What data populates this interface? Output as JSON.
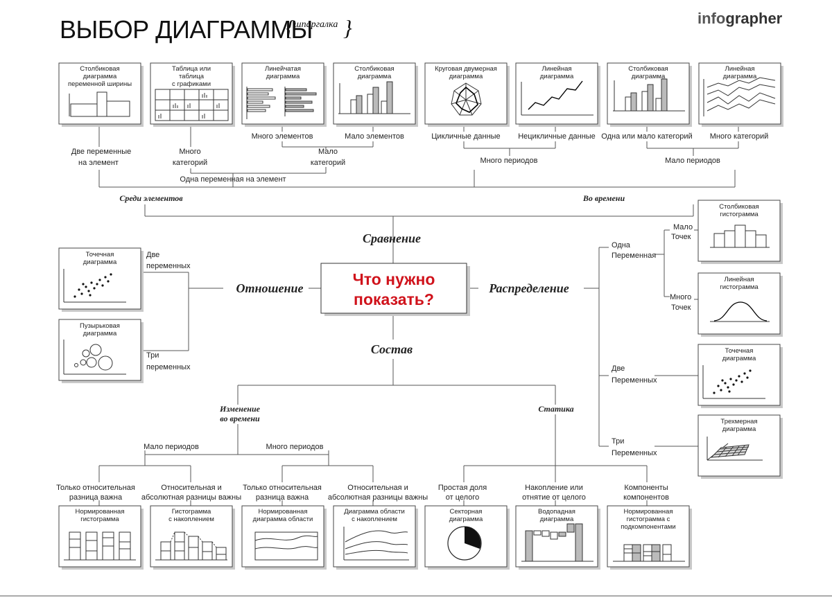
{
  "header": {
    "title": "ВЫБОР ДИАГРАММЫ",
    "subtitle": "шпаргалка",
    "brand": "infographer",
    "brand_light": "info",
    "brand_bold": "grapher"
  },
  "center": {
    "line1": "Что нужно",
    "line2": "показать?"
  },
  "branches": {
    "comparison": "Сравнение",
    "relationship": "Отношение",
    "distribution": "Распределение",
    "composition": "Состав",
    "among_items": "Среди элементов",
    "over_time": "Во времени",
    "change_over_time_1": "Изменение",
    "change_over_time_2": "во времени",
    "static": "Статика"
  },
  "top_charts": [
    {
      "title": "Столбиковая диаграмма переменной ширины",
      "icon": "variable-width-bar-chart-icon"
    },
    {
      "title": "Таблица или таблица с графиками",
      "icon": "table-with-charts-icon"
    },
    {
      "title": "Линейчатая диаграмма",
      "icon": "horizontal-bar-chart-icon"
    },
    {
      "title": "Столбиковая диаграмма",
      "icon": "column-chart-icon"
    },
    {
      "title": "Круговая двумерная диаграмма",
      "icon": "radar-chart-icon"
    },
    {
      "title": "Линейная диаграмма",
      "icon": "line-chart-icon"
    },
    {
      "title": "Столбиковая диаграмма",
      "icon": "column-chart-icon"
    },
    {
      "title": "Линейная диаграмма",
      "icon": "multi-line-chart-icon"
    }
  ],
  "top_labels": {
    "two_vars": "Две переменные на элемент",
    "many_categories": "Много категорий",
    "many_items": "Много элементов",
    "few_items": "Мало элементов",
    "few_categories": "Мало категорий",
    "one_var": "Одна переменная на элемент",
    "cyclic": "Цикличные данные",
    "noncyclic": "Нецикличные данные",
    "one_or_few_categories": "Одна или мало категорий",
    "many_categories_2": "Много категорий",
    "many_periods": "Много периодов",
    "few_periods": "Мало периодов"
  },
  "left_charts": [
    {
      "title": "Точечная диаграмма",
      "icon": "scatter-plot-icon"
    },
    {
      "title": "Пузырьковая диаграмма",
      "icon": "bubble-chart-icon"
    }
  ],
  "left_labels": {
    "two_vars": "Две переменных",
    "three_vars": "Три переменных"
  },
  "right_charts": [
    {
      "title": "Столбиковая гистограмма",
      "icon": "column-histogram-icon"
    },
    {
      "title": "Линейная гистограмма",
      "icon": "line-histogram-icon"
    },
    {
      "title": "Точечная диаграмма",
      "icon": "scatter-plot-icon"
    },
    {
      "title": "Трехмерная диаграмма",
      "icon": "3d-area-chart-icon"
    }
  ],
  "right_labels": {
    "one_var": "Одна Переменная",
    "few_points": "Мало Точек",
    "many_points": "Много Точек",
    "two_vars": "Две Переменных",
    "three_vars": "Три Переменных"
  },
  "bottom_labels": {
    "few_periods": "Мало периодов",
    "many_periods": "Много периодов",
    "only_relative_1": "Только относительная разница важна",
    "rel_abs_1": "Относительная и абсолютная разницы важны",
    "only_relative_2": "Только относительная разница важна",
    "rel_abs_2": "Относительная и абсолютная разницы важны",
    "simple_share": "Простая доля от целого",
    "accumulation": "Накопление или отнятие от целого",
    "components": "Компоненты компонентов"
  },
  "bottom_charts": [
    {
      "title": "Нормированная гистограмма",
      "icon": "normalized-stacked-column-icon"
    },
    {
      "title": "Гистограмма с накоплением",
      "icon": "stacked-column-icon"
    },
    {
      "title": "Нормированная диаграмма области",
      "icon": "normalized-area-chart-icon"
    },
    {
      "title": "Диаграмма области с накоплением",
      "icon": "stacked-area-chart-icon"
    },
    {
      "title": "Секторная диаграмма",
      "icon": "pie-chart-icon"
    },
    {
      "title": "Водопадная диаграмма",
      "icon": "waterfall-chart-icon"
    },
    {
      "title": "Нормированная гистограмма с подкомпонентами",
      "icon": "stacked-subcomponents-icon"
    }
  ],
  "colors": {
    "accent": "#d0121b",
    "line": "#555555",
    "card_border": "#444444",
    "card_shadow": "#c4c4c4",
    "bar_fill": "#bbbbbb"
  }
}
